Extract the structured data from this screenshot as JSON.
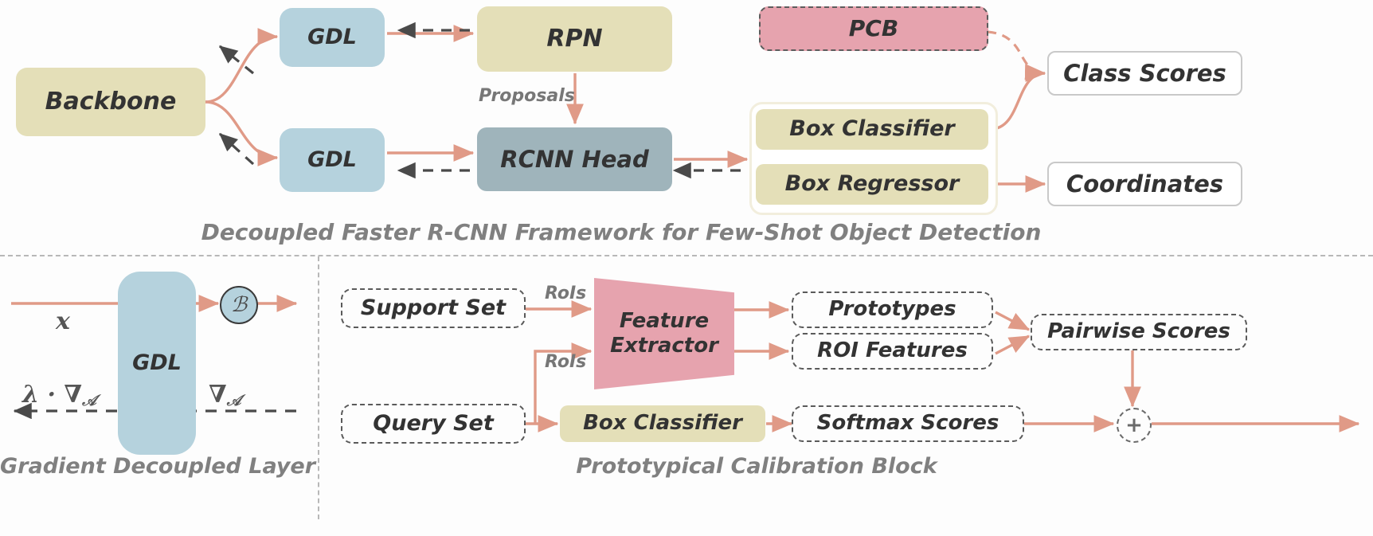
{
  "figure": {
    "panels": [
      {
        "id": "top",
        "caption": "Decoupled Faster R-CNN Framework for Few-Shot Object Detection"
      },
      {
        "id": "gdl",
        "caption": "Gradient Decoupled Layer"
      },
      {
        "id": "pcb",
        "caption": "Prototypical Calibration Block"
      }
    ]
  },
  "top_panel": {
    "nodes": {
      "backbone": "Backbone",
      "gdl_top": "GDL",
      "gdl_bottom": "GDL",
      "rpn": "RPN",
      "rcnn_head": "RCNN Head",
      "pcb": "PCB",
      "box_classifier": "Box Classifier",
      "box_regressor": "Box Regressor",
      "class_scores": "Class Scores",
      "coordinates": "Coordinates"
    },
    "edge_labels": {
      "proposals": "Proposals"
    }
  },
  "gdl_panel": {
    "nodes": {
      "gdl": "GDL",
      "activation": "ℬ"
    },
    "labels": {
      "input": "x",
      "backward_scaled": "λ · ∇",
      "backward_scaled_sub": "𝒜",
      "backward": "∇",
      "backward_sub": "𝒜"
    }
  },
  "pcb_panel": {
    "nodes": {
      "support_set": "Support Set",
      "query_set": "Query Set",
      "feature_extractor_line1": "Feature",
      "feature_extractor_line2": "Extractor",
      "box_classifier": "Box Classifier",
      "prototypes": "Prototypes",
      "roi_features": "ROI Features",
      "softmax_scores": "Softmax Scores",
      "pairwise_scores": "Pairwise Scores",
      "sum_node": "+"
    },
    "edge_labels": {
      "rois_top": "RoIs",
      "rois_bottom": "RoIs"
    }
  },
  "colors": {
    "beige": "#e4dfb8",
    "blue": "#b5d2dd",
    "slate": "#9fb4bb",
    "pink": "#e6a3ae",
    "salmon_arrow": "#e09a87",
    "dashed_arrow": "#4a4a4a",
    "caption_gray": "#808080",
    "text_dark": "#333333"
  }
}
